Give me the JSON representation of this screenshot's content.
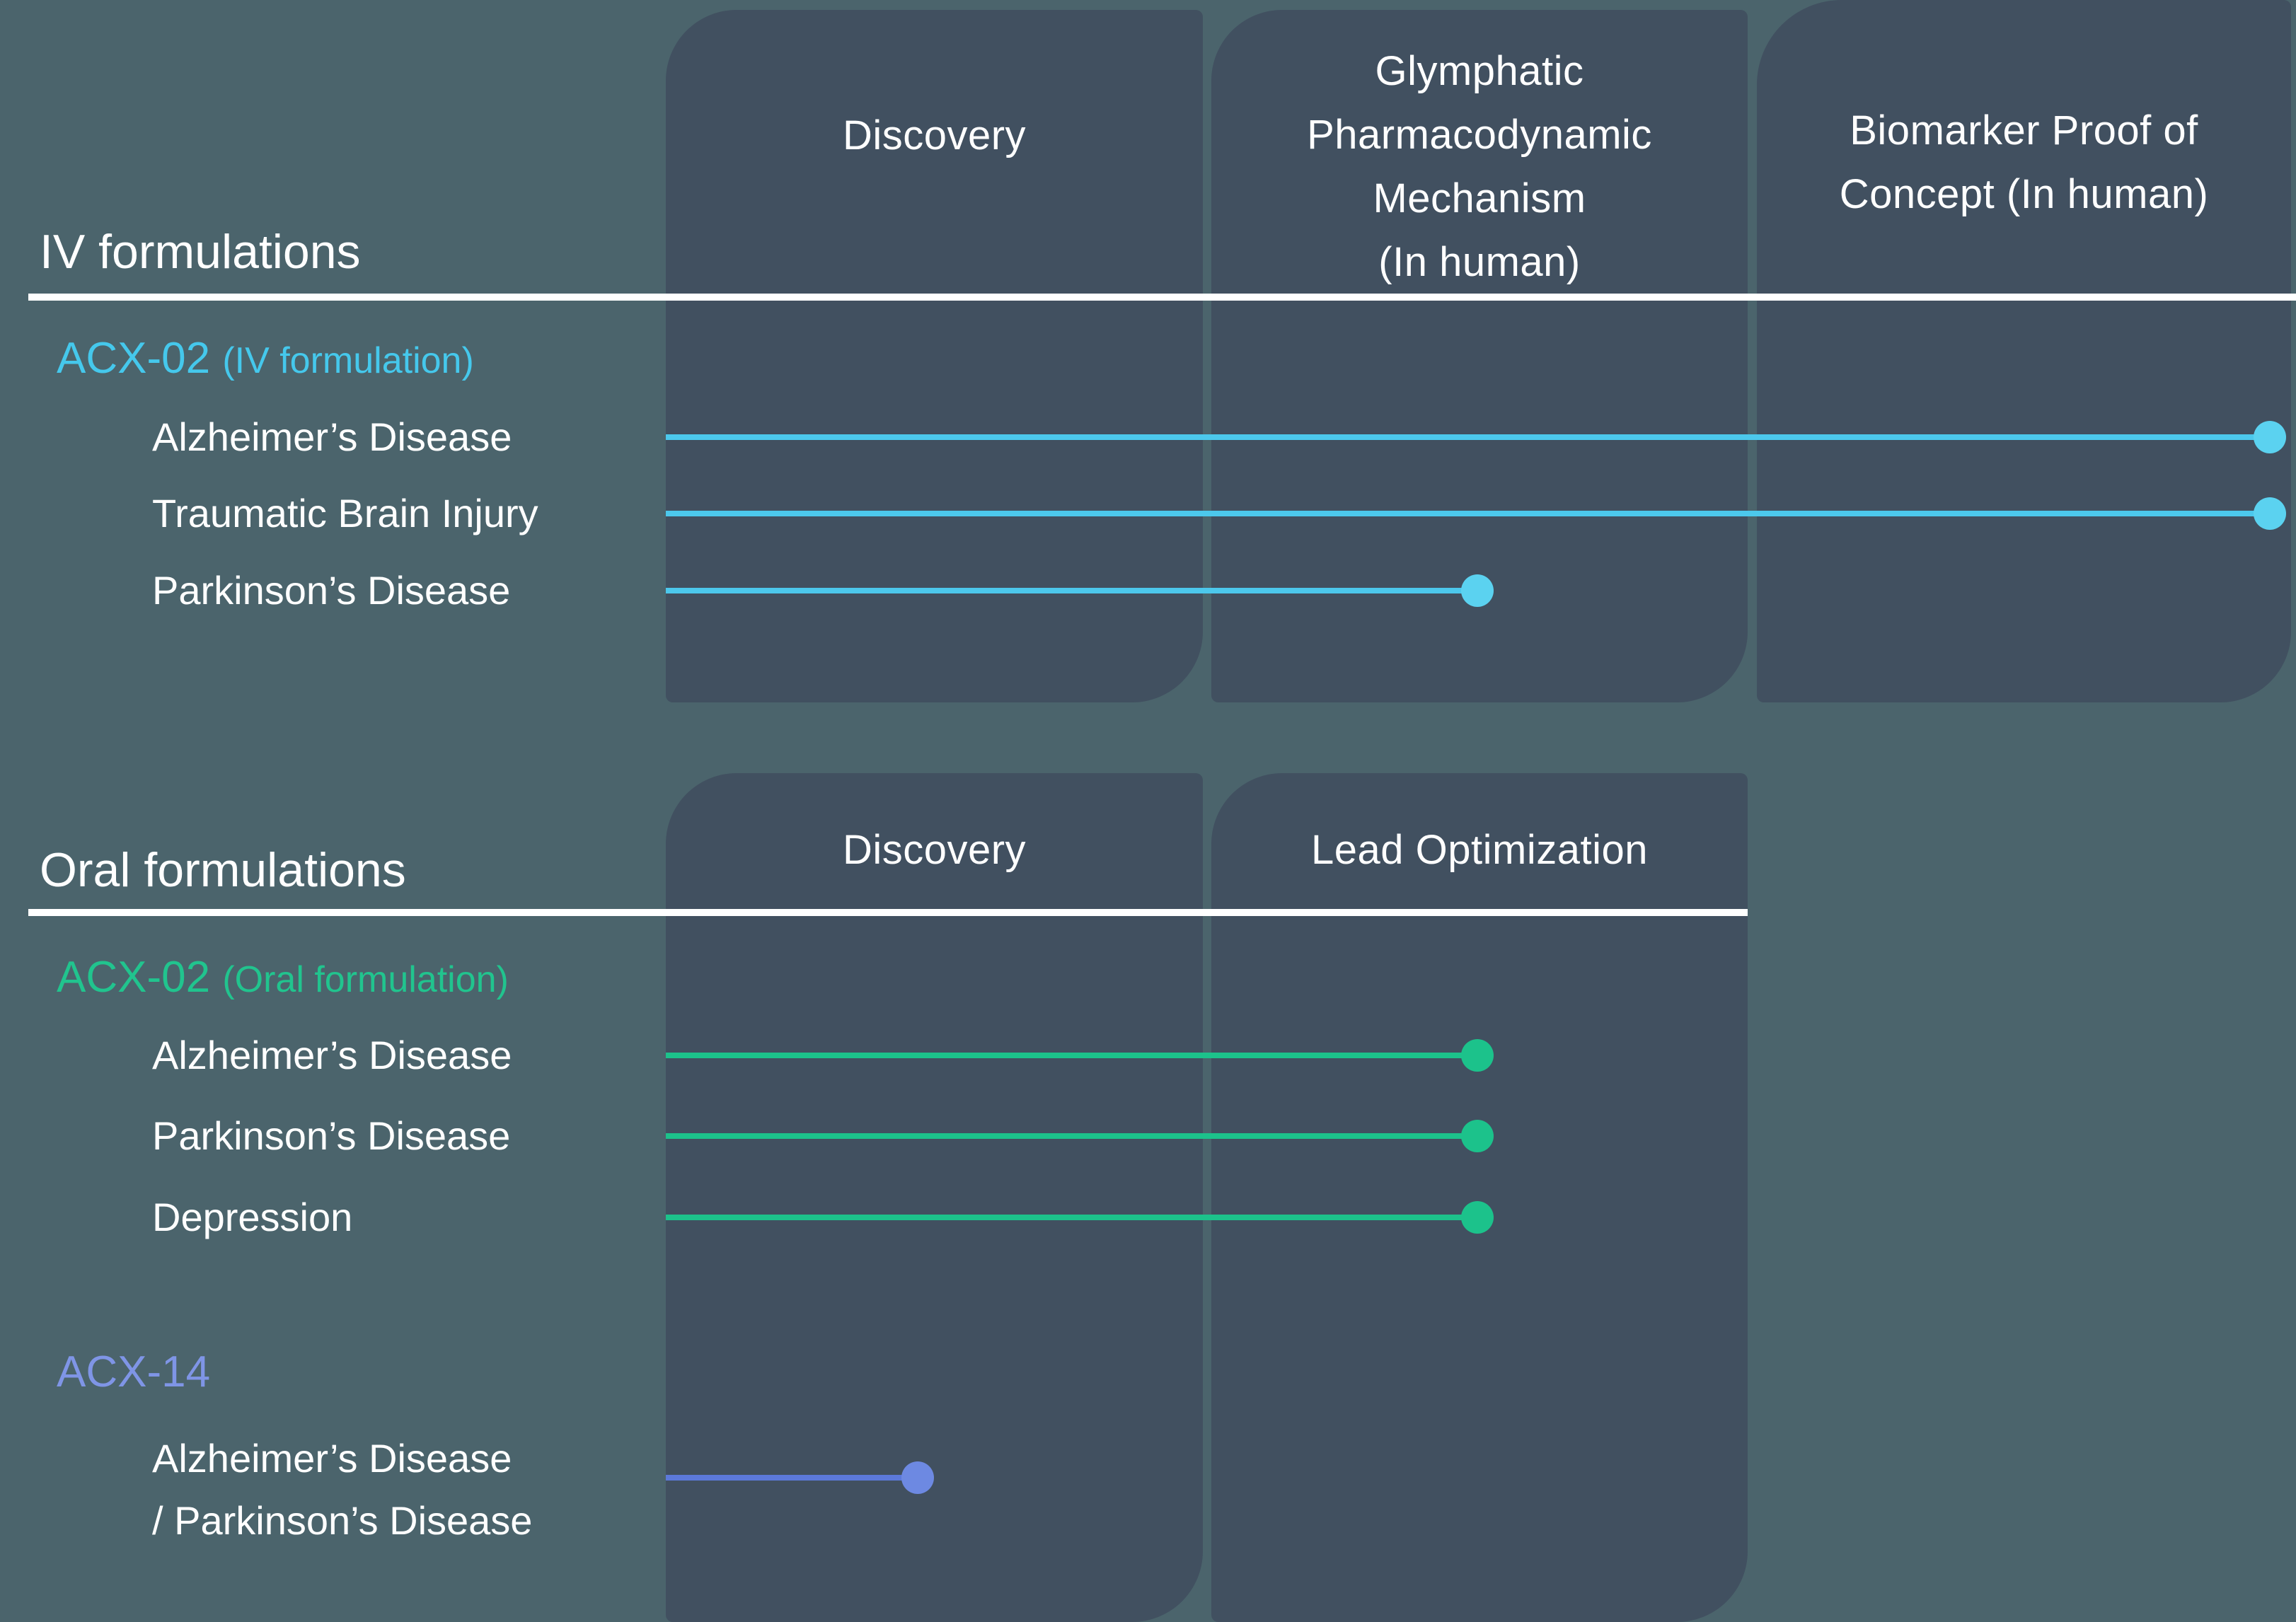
{
  "colors": {
    "background": "#4b646c",
    "panel": "#415060",
    "divider": "#ffffff",
    "iv_accent": "#4cc8ec",
    "oral_acx02_accent": "#1cc28b",
    "acx14_accent": "#6d89e2",
    "text": "#ffffff"
  },
  "sections": [
    {
      "title": "IV formulations",
      "columns": [
        {
          "label": "Discovery"
        },
        {
          "label": "Glymphatic\nPharmacodynamic\nMechanism\n(In human)"
        },
        {
          "label": "Biomarker Proof  of\nConcept (In human)"
        }
      ],
      "programs": [
        {
          "name": "ACX-02",
          "qualifier": "(IV formulation)",
          "indications": [
            {
              "label": "Alzheimer’s Disease",
              "stage_reached": "Biomarker Proof of Concept (In human)"
            },
            {
              "label": "Traumatic Brain Injury",
              "stage_reached": "Biomarker Proof of Concept (In human)"
            },
            {
              "label": "Parkinson’s Disease",
              "stage_reached": "Glymphatic Pharmacodynamic Mechanism (In human)"
            }
          ]
        }
      ]
    },
    {
      "title": "Oral formulations",
      "columns": [
        {
          "label": "Discovery"
        },
        {
          "label": "Lead Optimization"
        }
      ],
      "programs": [
        {
          "name": "ACX-02",
          "qualifier": "(Oral formulation)",
          "indications": [
            {
              "label": "Alzheimer’s Disease",
              "stage_reached": "Lead Optimization"
            },
            {
              "label": "Parkinson’s Disease",
              "stage_reached": "Lead Optimization"
            },
            {
              "label": "Depression",
              "stage_reached": "Lead Optimization"
            }
          ]
        },
        {
          "name": "ACX-14",
          "qualifier": "",
          "indications": [
            {
              "label": "Alzheimer’s Disease\n/ Parkinson’s Disease",
              "stage_reached": "Discovery"
            }
          ]
        }
      ]
    }
  ]
}
